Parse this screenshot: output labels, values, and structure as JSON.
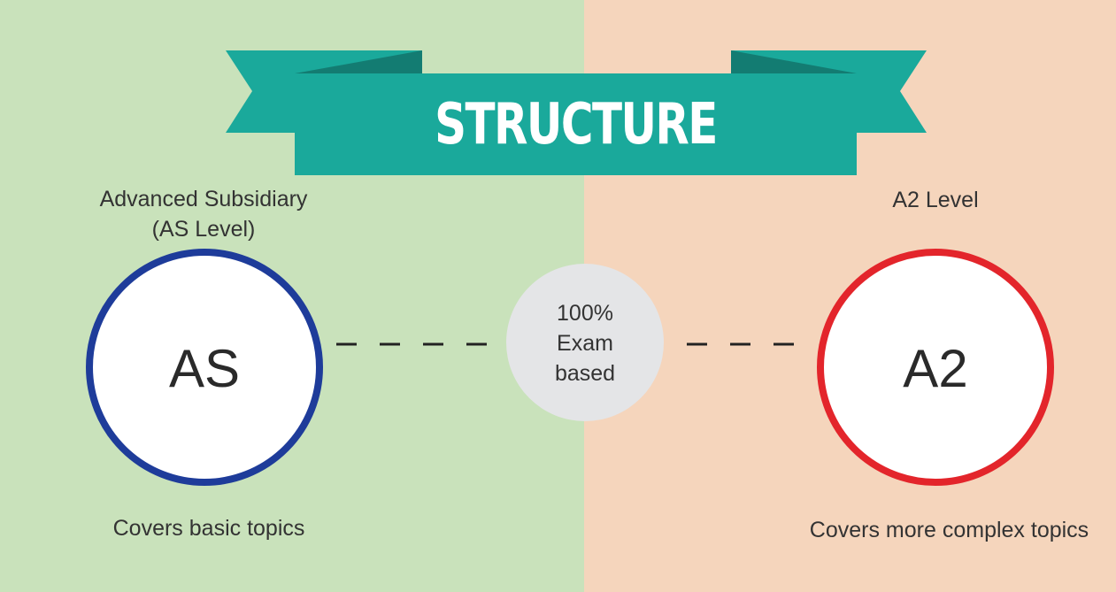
{
  "title": "STRUCTURE",
  "as": {
    "heading_line1": "Advanced Subsidiary",
    "heading_line2": "(AS Level)",
    "circle_label": "AS",
    "description": "Covers basic topics"
  },
  "a2": {
    "heading": "A2 Level",
    "circle_label": "A2",
    "description": "Covers more complex topics"
  },
  "center": {
    "line1": "100%",
    "line2": "Exam",
    "line3": "based"
  },
  "colors": {
    "left_bg": "#c9e2bb",
    "right_bg": "#f5d5bc",
    "ribbon": "#1aa99b",
    "ribbon_fold": "#137c72",
    "as_ring": "#1e3c9a",
    "a2_ring": "#e3252b",
    "center_circle": "#e4e5e7"
  }
}
